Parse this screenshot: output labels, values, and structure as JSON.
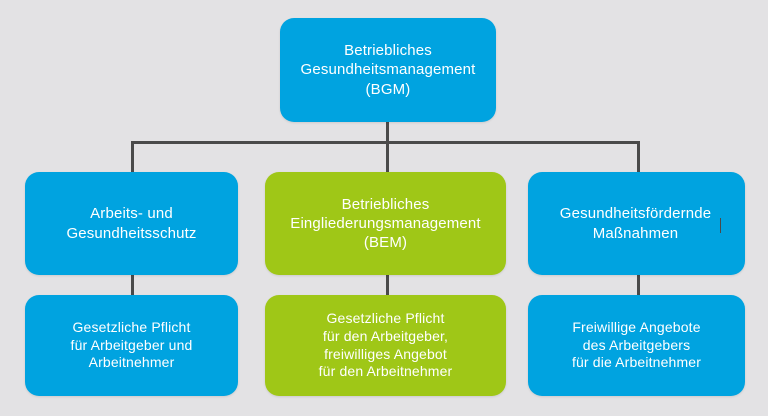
{
  "diagram": {
    "title": "Betriebliches Gesundheitsmanagement Struktur",
    "background_color": "#e3e2e4",
    "connector_color": "#4a4a4a",
    "colors": {
      "blue": "#00a3e0",
      "green": "#9fc717",
      "text": "#ffffff"
    },
    "nodes": {
      "root": {
        "label": "Betriebliches\nGesundheitsmanagement\n(BGM)",
        "color": "#00a3e0"
      },
      "branch_left": {
        "label": "Arbeits- und\nGesundheitsschutz",
        "color": "#00a3e0"
      },
      "branch_middle": {
        "label": "Betriebliches\nEingliederungsmanagement\n(BEM)",
        "color": "#9fc717"
      },
      "branch_right": {
        "label": "Gesundheitsfördernde\nMaßnahmen",
        "color": "#00a3e0",
        "has_text_caret": true
      },
      "detail_left": {
        "label": "Gesetzliche Pflicht\nfür Arbeitgeber und\nArbeitnehmer",
        "color": "#00a3e0"
      },
      "detail_middle": {
        "label": "Gesetzliche Pflicht\nfür den Arbeitgeber,\nfreiwilliges Angebot\nfür den Arbeitnehmer",
        "color": "#9fc717"
      },
      "detail_right": {
        "label": "Freiwillige Angebote\ndes Arbeitgebers\nfür die Arbeitnehmer",
        "color": "#00a3e0"
      }
    }
  }
}
